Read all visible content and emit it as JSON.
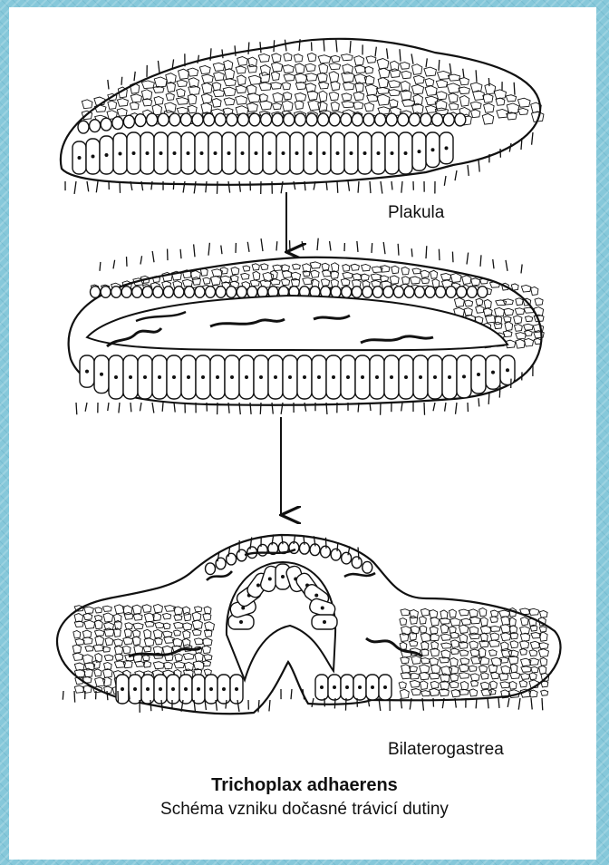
{
  "labels": {
    "stage1": "Plakula",
    "stage3": "Bilaterogastrea"
  },
  "caption": {
    "title": "Trichoplax adhaerens",
    "subtitle": "Schéma vzniku dočasné trávicí dutiny"
  },
  "colors": {
    "frame": "#86c8da",
    "page": "#ffffff",
    "ink": "#111111"
  }
}
